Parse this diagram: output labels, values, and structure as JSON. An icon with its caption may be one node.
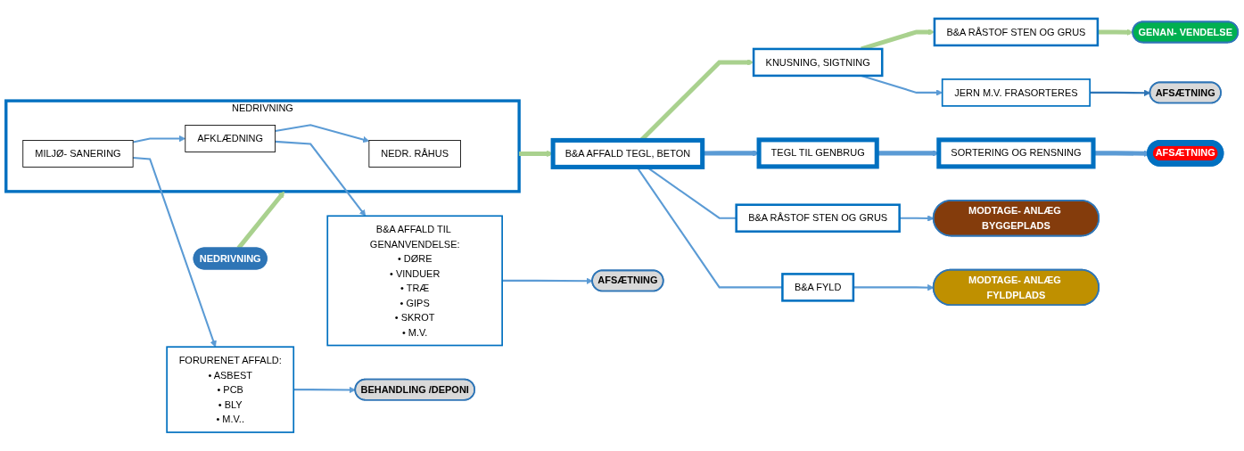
{
  "diagram": {
    "nodes": [
      {
        "text": [
          "NEDRIVNING"
        ]
      },
      {
        "text": [
          "NEDRIVNING"
        ]
      },
      {
        "text": [
          "MILJØ- SANERING"
        ],
        "in": 1
      },
      {
        "text": [
          "AFKLÆDNING"
        ],
        "in": 1
      },
      {
        "text": [
          "NEDR. RÅHUS"
        ],
        "in": 1
      },
      {
        "text": [
          "B&A AFFALD TEGL, BETON"
        ]
      },
      {
        "text": [
          "KNUSNING, SIGTNING"
        ]
      },
      {
        "text": [
          "B&A RÅSTOF STEN OG GRUS"
        ]
      },
      {
        "text": [
          "GENAN- VENDELSE"
        ]
      },
      {
        "text": [
          "FORURENET AFFALD:",
          "• ASBEST",
          "• PCB",
          "• BLY",
          "• M.V.."
        ]
      },
      {
        "text": [
          "B&A AFFALD TIL GENANVENDELSE:",
          "• DØRE",
          "• VINDUER",
          "• TRÆ",
          "• GIPS",
          "• SKROT",
          "• M.V."
        ]
      },
      {
        "text": [
          "TEGL TIL GENBRUG"
        ]
      },
      {
        "text": [
          "SORTERING OG RENSNING"
        ]
      },
      {
        "text": [
          "B&A RÅSTOF STEN OG GRUS"
        ]
      },
      {
        "text": [
          "MODTAGE- ANLÆG BYGGEPLADS"
        ]
      },
      {
        "text": [
          "JERN M.V. FRASORTERES"
        ]
      },
      {
        "text": [
          "B&A FYLD"
        ]
      },
      {
        "text": [
          "MODTAGE- ANLÆG FYLDPLADS"
        ]
      },
      {
        "text": [
          "BEHANDLING /DEPONI"
        ]
      },
      {
        "text": [
          "AFSÆTNING"
        ]
      },
      {
        "text": [
          "AFSÆTNING"
        ]
      },
      {
        "text": [
          "AFSÆTNING"
        ]
      }
    ],
    "edges": [
      {
        "from": 0,
        "to": 1,
        "arrow": "to",
        "style": "thick",
        "color": "#a9d18e"
      },
      {
        "from": 2,
        "to": 3,
        "arrow": "to"
      },
      {
        "from": 3,
        "to": 4,
        "arrow": "to"
      },
      {
        "from": 1,
        "to": 5,
        "arrow": "to",
        "style": "thick",
        "color": "#a9d18e"
      },
      {
        "from": 5,
        "to": 6,
        "arrow": "to",
        "style": "thick",
        "color": "#a9d18e"
      },
      {
        "from": 6,
        "to": 7,
        "arrow": "to",
        "style": "thick",
        "color": "#a9d18e"
      },
      {
        "from": 7,
        "to": 8,
        "arrow": "to",
        "style": "thick",
        "color": "#a9d18e"
      },
      {
        "from": 2,
        "to": 9,
        "arrow": "to"
      },
      {
        "from": 3,
        "to": 10,
        "arrow": "to"
      },
      {
        "from": 5,
        "to": 11,
        "arrow": "to",
        "style": "thick"
      },
      {
        "from": 11,
        "to": 12,
        "arrow": "to",
        "style": "thick"
      },
      {
        "from": 12,
        "to": 20,
        "arrow": "to",
        "style": "thick"
      },
      {
        "from": 5,
        "to": 13,
        "arrow": "none"
      },
      {
        "from": 5,
        "to": 16,
        "arrow": "none"
      },
      {
        "from": 6,
        "to": 15,
        "arrow": "to"
      },
      {
        "from": 13,
        "to": 14,
        "arrow": "to"
      },
      {
        "from": 16,
        "to": 17,
        "arrow": "to"
      },
      {
        "from": 15,
        "to": 21,
        "arrow": "to",
        "color": "#2e75b6"
      },
      {
        "from": 9,
        "to": 18,
        "arrow": "to"
      },
      {
        "from": 10,
        "to": 19,
        "arrow": "to"
      }
    ]
  }
}
